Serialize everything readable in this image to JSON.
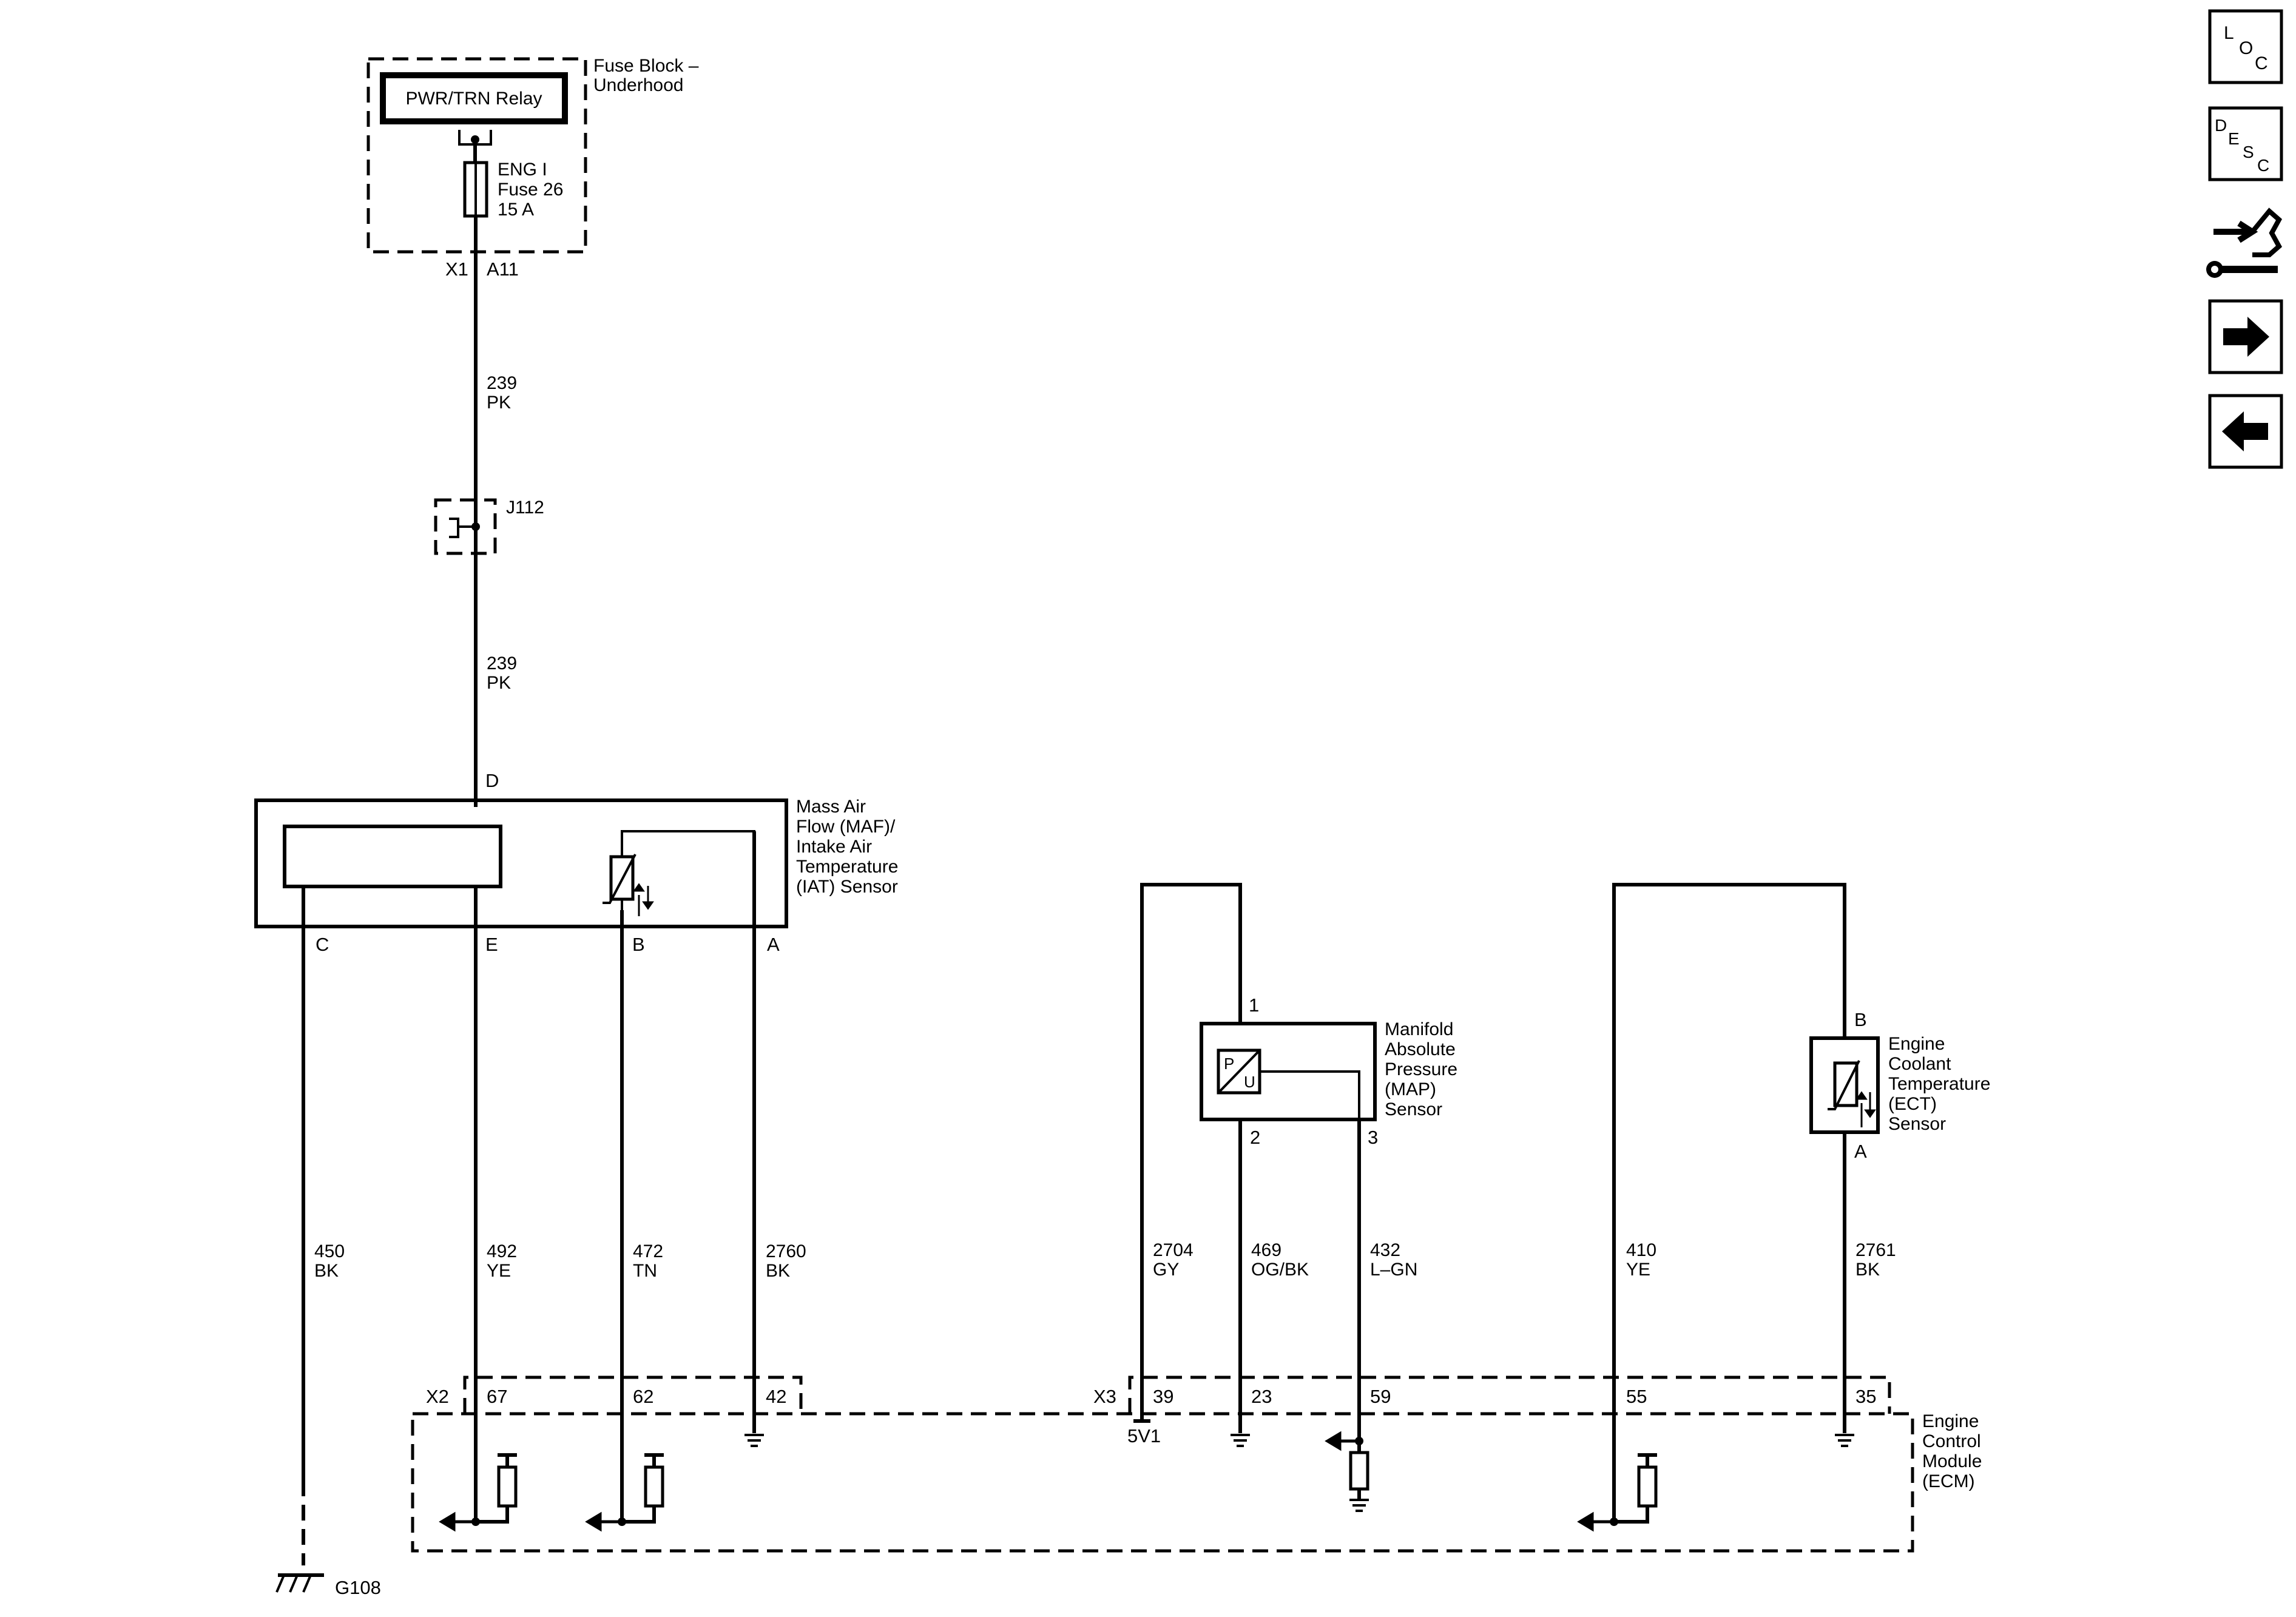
{
  "fuse_block": {
    "name": [
      "Fuse Block –",
      "Underhood"
    ],
    "relay": "PWR/TRN Relay",
    "fuse": [
      "ENG I",
      "Fuse 26",
      "15 A"
    ],
    "connector": "X1",
    "pin": "A11"
  },
  "wire_239_top": [
    "239",
    "PK"
  ],
  "splice": "J112",
  "wire_239_bottom": [
    "239",
    "PK"
  ],
  "maf_sensor": {
    "name": [
      "Mass Air",
      "Flow (MAF)/",
      "Intake Air",
      "Temperature",
      "(IAT) Sensor"
    ],
    "pins": {
      "d": "D",
      "c": "C",
      "e": "E",
      "b": "B",
      "a": "A"
    }
  },
  "map_sensor": {
    "name": [
      "Manifold",
      "Absolute",
      "Pressure",
      "(MAP)",
      "Sensor"
    ],
    "pins": {
      "p1": "1",
      "p2": "2",
      "p3": "3"
    },
    "transducer": {
      "p": "P",
      "u": "U"
    }
  },
  "ect_sensor": {
    "name": [
      "Engine",
      "Coolant",
      "Temperature",
      "(ECT)",
      "Sensor"
    ],
    "pins": {
      "b": "B",
      "a": "A"
    }
  },
  "wires": [
    {
      "circuit": "450",
      "color": "BK"
    },
    {
      "circuit": "492",
      "color": "YE"
    },
    {
      "circuit": "472",
      "color": "TN"
    },
    {
      "circuit": "2760",
      "color": "BK"
    },
    {
      "circuit": "2704",
      "color": "GY"
    },
    {
      "circuit": "469",
      "color": "OG/BK"
    },
    {
      "circuit": "432",
      "color": "L–GN"
    },
    {
      "circuit": "410",
      "color": "YE"
    },
    {
      "circuit": "2761",
      "color": "BK"
    }
  ],
  "ecm": {
    "name": [
      "Engine",
      "Control",
      "Module",
      "(ECM)"
    ],
    "x2": {
      "connector": "X2",
      "pins": [
        "67",
        "62",
        "42"
      ]
    },
    "x3": {
      "connector": "X3",
      "pins": [
        "39",
        "23",
        "59",
        "55",
        "35"
      ]
    },
    "ref_label": "5V1"
  },
  "ground": "G108",
  "nav": {
    "loc": [
      "L",
      "O",
      "C"
    ],
    "desc": [
      "D",
      "E",
      "S",
      "C"
    ],
    "icons": [
      "connector-view-icon",
      "next-arrow-icon",
      "previous-arrow-icon"
    ]
  }
}
